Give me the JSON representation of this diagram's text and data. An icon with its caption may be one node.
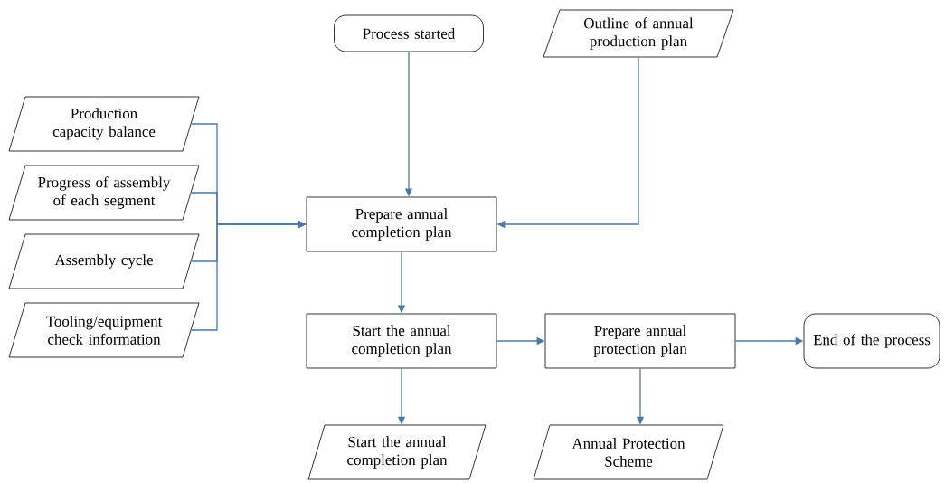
{
  "diagram": {
    "nodes": [
      {
        "text": [
          "Process started"
        ]
      },
      {
        "text": [
          "Outline of annual production plan"
        ]
      },
      {
        "text": [
          "Production capacity balance"
        ]
      },
      {
        "text": [
          "Progress of assembly of each segment"
        ]
      },
      {
        "text": [
          "Assembly cycle"
        ]
      },
      {
        "text": [
          "Tooling/equipment check information"
        ]
      },
      {
        "text": [
          "Prepare annual completion plan"
        ]
      },
      {
        "text": [
          "Start the annual completion plan"
        ]
      },
      {
        "text": [
          "Prepare annual protection plan"
        ]
      },
      {
        "text": [
          "End of the process"
        ]
      },
      {
        "text": [
          "Start the annual completion plan"
        ]
      },
      {
        "text": [
          "Annual Protection Scheme"
        ]
      }
    ],
    "edges": [
      {
        "from": 0,
        "to": 6,
        "arrow": "to"
      },
      {
        "from": 1,
        "to": 6,
        "arrow": "to"
      },
      {
        "from": 2,
        "to": 6,
        "arrow": "to"
      },
      {
        "from": 3,
        "to": 6,
        "arrow": "to"
      },
      {
        "from": 4,
        "to": 6,
        "arrow": "to"
      },
      {
        "from": 5,
        "to": 6,
        "arrow": "to"
      },
      {
        "from": 6,
        "to": 7,
        "arrow": "to"
      },
      {
        "from": 7,
        "to": 8,
        "arrow": "to"
      },
      {
        "from": 8,
        "to": 9,
        "arrow": "to"
      },
      {
        "from": 7,
        "to": 10,
        "arrow": "to"
      },
      {
        "from": 8,
        "to": 11,
        "arrow": "to"
      }
    ]
  }
}
